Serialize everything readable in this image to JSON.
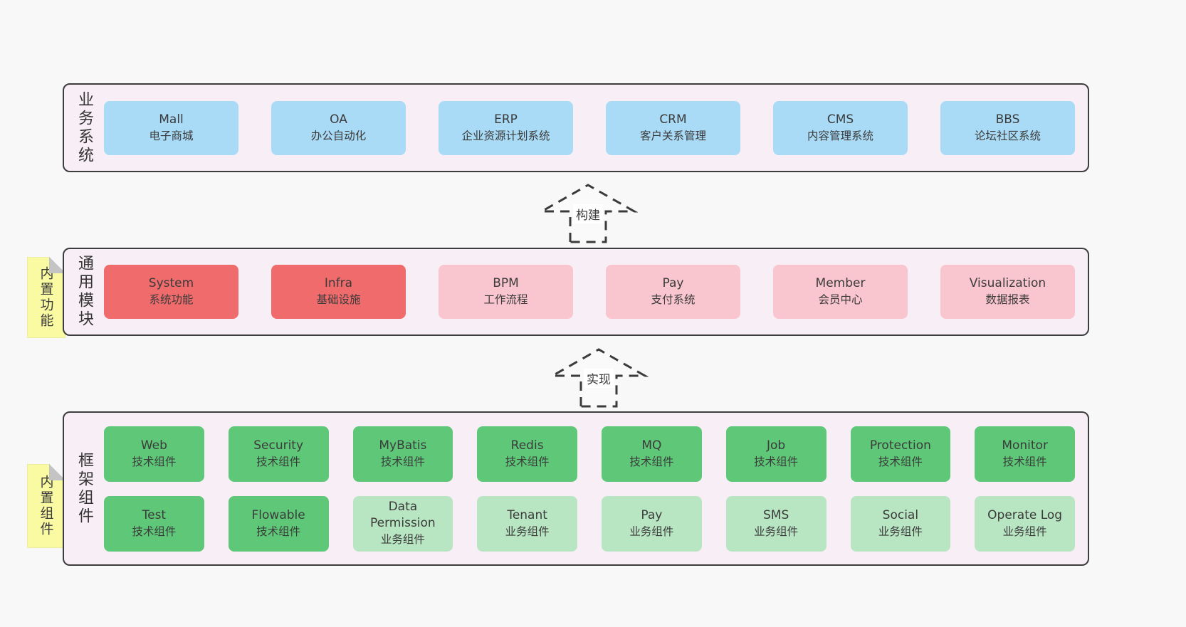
{
  "colors": {
    "page_bg": "#f8f8f8",
    "band_bg": "#f8eef5",
    "band_border": "#3d3d3d",
    "blue_box": "#a9dbf6",
    "red_box": "#f06b6b",
    "pink_box": "#f9c5ce",
    "green_box": "#5ec878",
    "green_light_box": "#b8e5c2",
    "sticky_note": "#fafaa2",
    "text": "#3b3b3b"
  },
  "bands": {
    "business": {
      "label": "业务系统",
      "boxes": [
        {
          "title": "Mall",
          "subtitle": "电子商城"
        },
        {
          "title": "OA",
          "subtitle": "办公自动化"
        },
        {
          "title": "ERP",
          "subtitle": "企业资源计划系统"
        },
        {
          "title": "CRM",
          "subtitle": "客户关系管理"
        },
        {
          "title": "CMS",
          "subtitle": "内容管理系统"
        },
        {
          "title": "BBS",
          "subtitle": "论坛社区系统"
        }
      ]
    },
    "modules": {
      "label": "通用模块",
      "sticky": "内置功能",
      "boxes": [
        {
          "title": "System",
          "subtitle": "系统功能"
        },
        {
          "title": "Infra",
          "subtitle": "基础设施"
        },
        {
          "title": "BPM",
          "subtitle": "工作流程"
        },
        {
          "title": "Pay",
          "subtitle": "支付系统"
        },
        {
          "title": "Member",
          "subtitle": "会员中心"
        },
        {
          "title": "Visualization",
          "subtitle": "数据报表"
        }
      ]
    },
    "components": {
      "label": "框架组件",
      "sticky": "内置组件",
      "row1": [
        {
          "title": "Web",
          "subtitle": "技术组件"
        },
        {
          "title": "Security",
          "subtitle": "技术组件"
        },
        {
          "title": "MyBatis",
          "subtitle": "技术组件"
        },
        {
          "title": "Redis",
          "subtitle": "技术组件"
        },
        {
          "title": "MQ",
          "subtitle": "技术组件"
        },
        {
          "title": "Job",
          "subtitle": "技术组件"
        },
        {
          "title": "Protection",
          "subtitle": "技术组件"
        },
        {
          "title": "Monitor",
          "subtitle": "技术组件"
        }
      ],
      "row2": [
        {
          "title": "Test",
          "subtitle": "技术组件"
        },
        {
          "title": "Flowable",
          "subtitle": "技术组件"
        },
        {
          "title": "Data Permission",
          "subtitle": "业务组件"
        },
        {
          "title": "Tenant",
          "subtitle": "业务组件"
        },
        {
          "title": "Pay",
          "subtitle": "业务组件"
        },
        {
          "title": "SMS",
          "subtitle": "业务组件"
        },
        {
          "title": "Social",
          "subtitle": "业务组件"
        },
        {
          "title": "Operate Log",
          "subtitle": "业务组件"
        }
      ]
    }
  },
  "arrows": [
    {
      "label": "构建"
    },
    {
      "label": "实现"
    }
  ]
}
